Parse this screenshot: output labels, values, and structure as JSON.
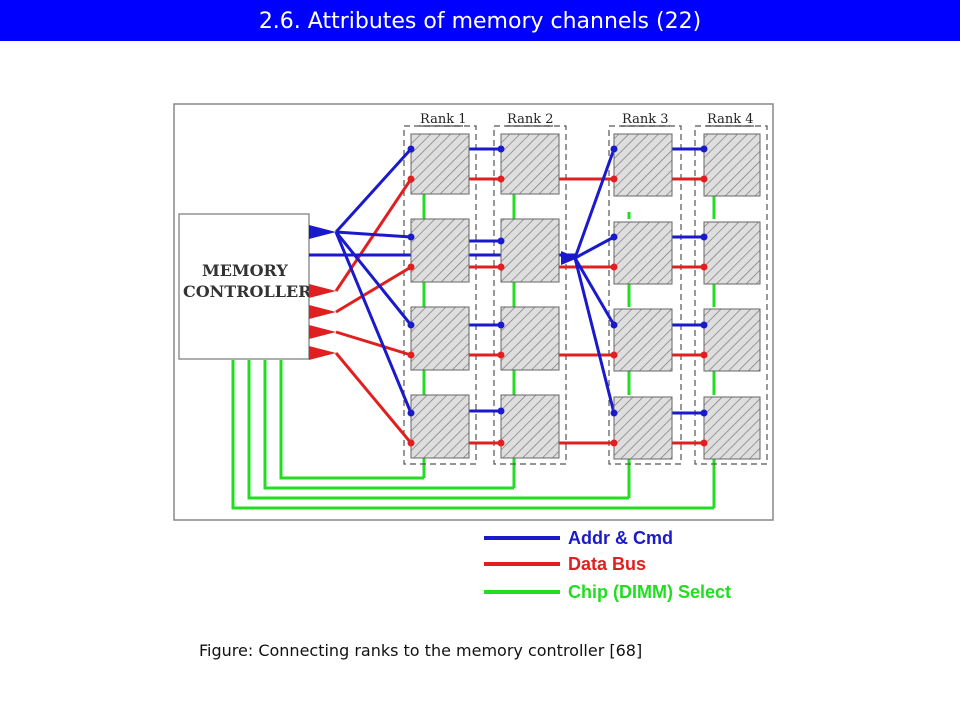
{
  "title": "2.6.  Attributes of memory channels (22)",
  "diagram": {
    "controller_label": [
      "MEMORY",
      "CONTROLLER"
    ],
    "ranks": [
      "Rank 1",
      "Rank 2",
      "Rank 3",
      "Rank 4"
    ],
    "chips_per_rank": 4
  },
  "legend": [
    {
      "label": "Addr & Cmd",
      "color": "#1a1acc"
    },
    {
      "label": "Data Bus",
      "color": "#e02020"
    },
    {
      "label": "Chip (DIMM) Select",
      "color": "#22dd22"
    }
  ],
  "caption": "Figure: Connecting ranks to the memory controller [68]",
  "colors": {
    "title_bg": "#0000ff",
    "addr": "#1a1acc",
    "data": "#e02020",
    "select": "#22dd22"
  }
}
